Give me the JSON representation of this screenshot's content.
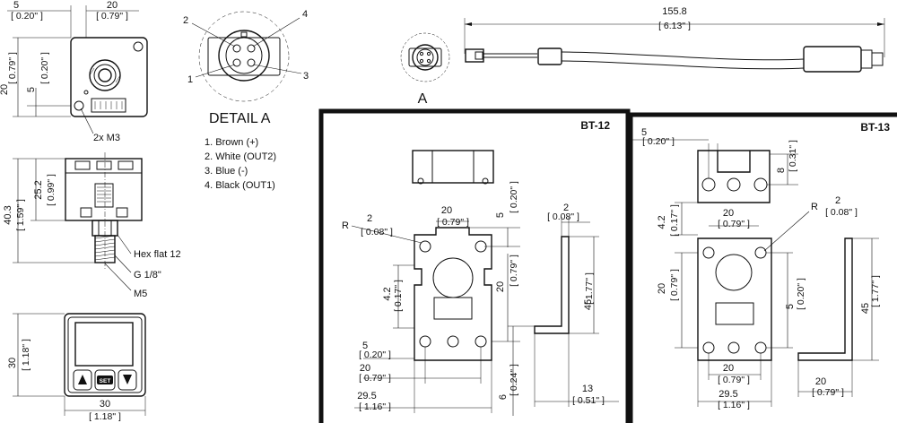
{
  "dims": {
    "d5": "5",
    "d5_in": "0.20\"",
    "d20": "20",
    "d20_in": "0.79\"",
    "d40_3": "40.3",
    "d40_3_in": "1.59\"",
    "d25_2": "25.2",
    "d25_2_in": "0.99\"",
    "d30": "30",
    "d30_in": "1.18\"",
    "d155_8": "155.8",
    "d155_8_in": "6.13\"",
    "d2": "2",
    "d2_in": "0.08\"",
    "d4_2": "4.2",
    "d4_2_in": "0.17\"",
    "d45": "45",
    "d45_in": "1.77\"",
    "d29_5": "29.5",
    "d29_5_in": "1.16\"",
    "d6": "6",
    "d6_in": "0.24\"",
    "d13": "13",
    "d13_in": "0.51\"",
    "d8": "8",
    "d8_in": "0.31\"",
    "radius_prefix": "R"
  },
  "labels": {
    "mount_holes": "2x M3",
    "hex_flat": "Hex flat 12",
    "thread_g": "G 1/8\"",
    "thread_m": "M5",
    "detail_title": "DETAIL A",
    "detail_ref": "A",
    "pin_1": "1",
    "pin_2": "2",
    "pin_3": "3",
    "pin_4": "4",
    "panel_bt12": "BT-12",
    "panel_bt13": "BT-13",
    "set_key": "SET"
  },
  "pinout": [
    "1. Brown (+)",
    "2. White (OUT2)",
    "3. Blue (-)",
    "4. Black (OUT1)"
  ],
  "icons": {
    "up_key": "triangle-up-icon",
    "down_key": "triangle-down-icon"
  }
}
